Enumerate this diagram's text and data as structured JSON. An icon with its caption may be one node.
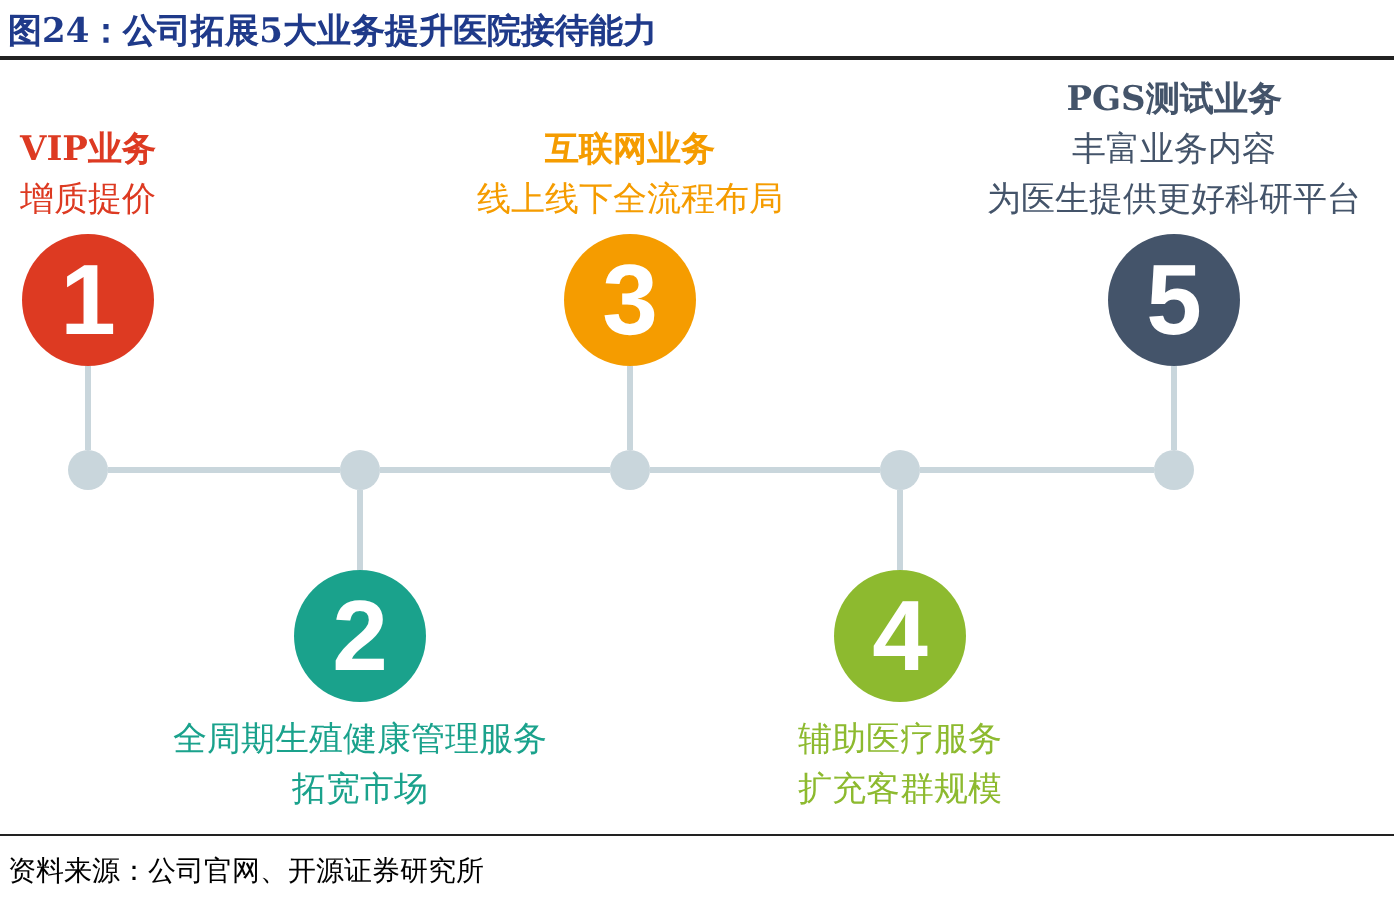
{
  "diagram": {
    "title": "图24：公司拓展5大业务提升医院接待能力",
    "caption": "资料来源：公司官网、开源证券研究所",
    "nodes": [
      {
        "text": [
          "1"
        ],
        "beside": [
          "VIP业务",
          "增质提价"
        ]
      },
      {
        "text": [
          "2"
        ],
        "beside": [
          "全周期生殖健康管理服务",
          "拓宽市场"
        ]
      },
      {
        "text": [
          "3"
        ],
        "beside": [
          "互联网业务",
          "线上线下全流程布局"
        ]
      },
      {
        "text": [
          "4"
        ],
        "beside": [
          "辅助医疗服务",
          "扩充客群规模"
        ]
      },
      {
        "text": [
          "5"
        ],
        "beside": [
          "PGS测试业务",
          "丰富业务内容",
          "为医生提供更好科研平台"
        ]
      },
      {
        "text": [],
        "shape": "circle"
      },
      {
        "text": [],
        "shape": "circle"
      },
      {
        "text": [],
        "shape": "circle"
      },
      {
        "text": [],
        "shape": "circle"
      },
      {
        "text": [],
        "shape": "circle"
      }
    ],
    "edges": [
      {
        "from": 0,
        "to": 5,
        "arrow": "none"
      },
      {
        "from": 1,
        "to": 6,
        "arrow": "none"
      },
      {
        "from": 2,
        "to": 7,
        "arrow": "none"
      },
      {
        "from": 3,
        "to": 8,
        "arrow": "none"
      },
      {
        "from": 4,
        "to": 9,
        "arrow": "none"
      },
      {
        "from": 5,
        "to": 6,
        "arrow": "none"
      },
      {
        "from": 6,
        "to": 7,
        "arrow": "none"
      },
      {
        "from": 7,
        "to": 8,
        "arrow": "none"
      },
      {
        "from": 8,
        "to": 9,
        "arrow": "none"
      }
    ]
  }
}
